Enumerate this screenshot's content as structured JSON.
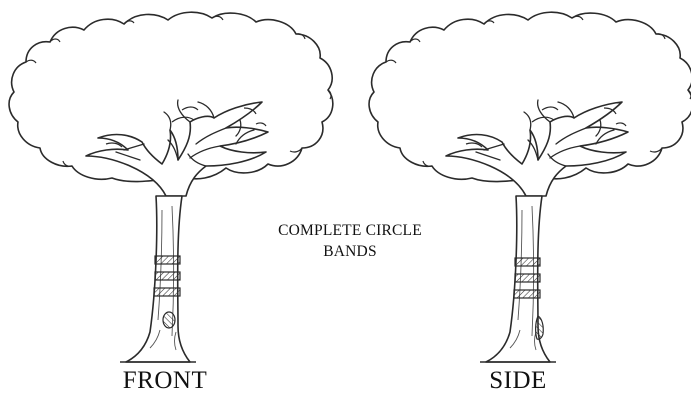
{
  "diagram": {
    "views": [
      {
        "label": "FRONT",
        "bands": 3,
        "mark": "oval"
      },
      {
        "label": "SIDE",
        "bands": 3,
        "mark": "side-patch"
      }
    ],
    "center_note": [
      "COMPLETE CIRCLE",
      "BANDS"
    ],
    "colors": {
      "ink": "#2b2b2b",
      "paper": "#ffffff"
    }
  }
}
